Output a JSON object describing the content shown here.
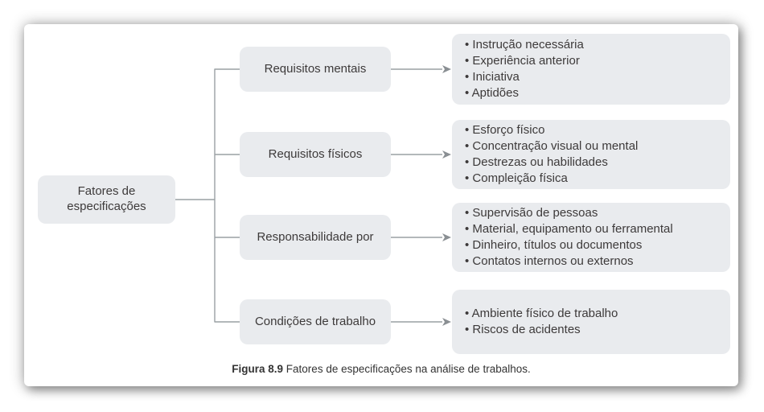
{
  "colors": {
    "box_fill": "#e9ebee",
    "text": "#3d3a3a",
    "line": "#9aa0a4",
    "arrow": "#8a8f93",
    "card_bg": "#ffffff",
    "page_bg": "#ffffff"
  },
  "diagram": {
    "root": {
      "label": "Fatores de especificações"
    },
    "branches": [
      {
        "label": "Requisitos mentais",
        "items": [
          "Instrução necessária",
          "Experiência anterior",
          "Iniciativa",
          "Aptidões"
        ]
      },
      {
        "label": "Requisitos físicos",
        "items": [
          "Esforço físico",
          "Concentração visual ou mental",
          "Destrezas ou habilidades",
          "Compleição física"
        ]
      },
      {
        "label": "Responsabilidade por",
        "items": [
          "Supervisão de pessoas",
          "Material, equipamento ou ferramental",
          "Dinheiro, títulos ou documentos",
          "Contatos internos ou externos"
        ]
      },
      {
        "label": "Condições de trabalho",
        "items": [
          "Ambiente físico de trabalho",
          "Riscos de acidentes"
        ]
      }
    ]
  },
  "caption": {
    "label_bold": "Figura 8.9",
    "text": "Fatores de especificações na análise de trabalhos."
  }
}
